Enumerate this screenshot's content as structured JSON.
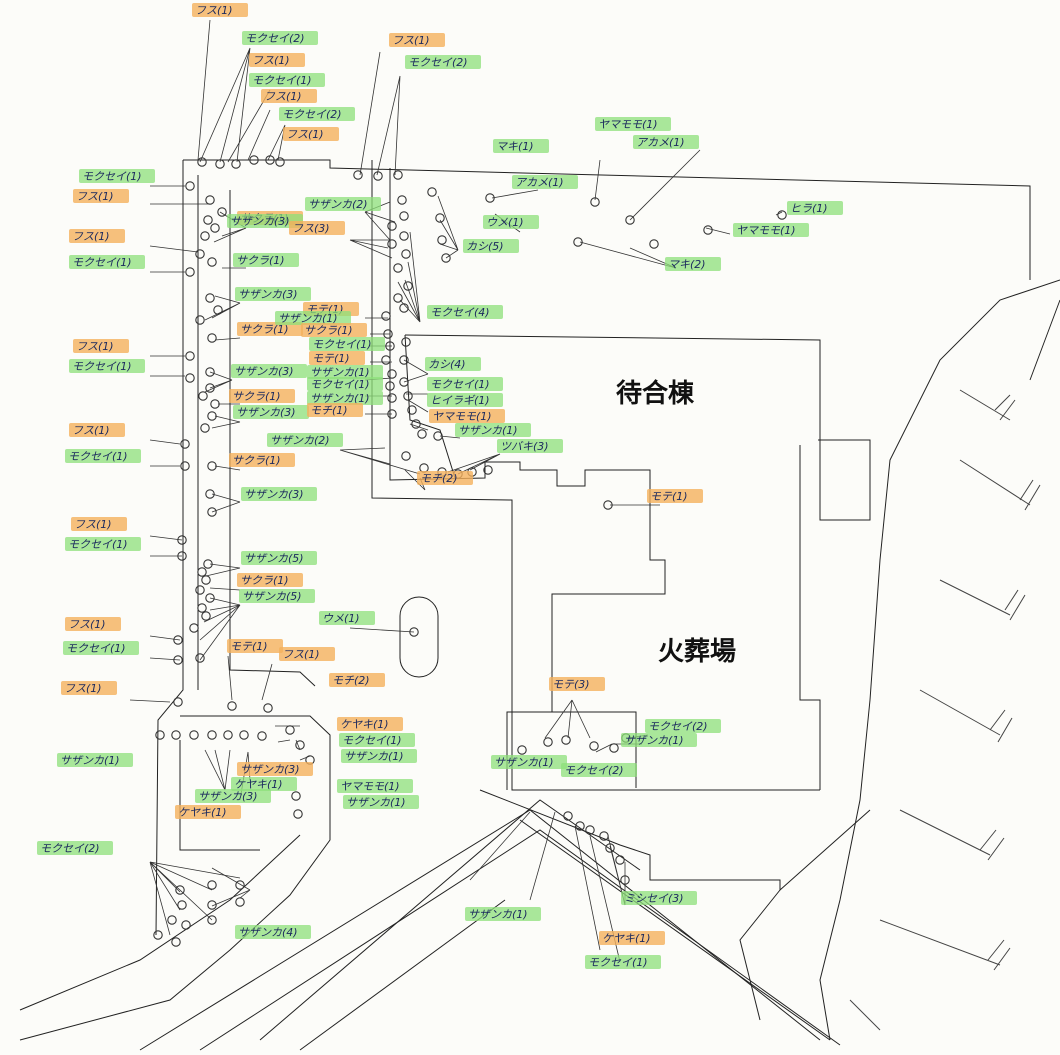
{
  "buildings": {
    "waiting_hall": "待合棟",
    "crematorium": "火葬場"
  },
  "colors": {
    "green_highlight": "#8ee07a",
    "orange_highlight": "#f4b05c",
    "ink": "#1c2a5e"
  },
  "labels": [
    {
      "text": "フス(1)",
      "hl": "orange"
    },
    {
      "text": "モクセイ(2)",
      "hl": "green"
    },
    {
      "text": "フス(1)",
      "hl": "orange"
    },
    {
      "text": "モクセイ(1)",
      "hl": "green"
    },
    {
      "text": "フス(1)",
      "hl": "orange"
    },
    {
      "text": "モクセイ(2)",
      "hl": "green"
    },
    {
      "text": "フス(1)",
      "hl": "orange"
    },
    {
      "text": "フス(1)",
      "hl": "orange"
    },
    {
      "text": "モクセイ(2)",
      "hl": "green"
    },
    {
      "text": "モクセイ(1)",
      "hl": "green"
    },
    {
      "text": "フス(1)",
      "hl": "orange"
    },
    {
      "text": "サクラ(1)",
      "hl": "orange"
    },
    {
      "text": "サザンカ(3)",
      "hl": "green"
    },
    {
      "text": "フス(1)",
      "hl": "orange"
    },
    {
      "text": "モクセイ(1)",
      "hl": "green"
    },
    {
      "text": "サクラ(1)",
      "hl": "green"
    },
    {
      "text": "サザンカ(3)",
      "hl": "green"
    },
    {
      "text": "サクラ(1)",
      "hl": "orange"
    },
    {
      "text": "フス(1)",
      "hl": "orange"
    },
    {
      "text": "モクセイ(1)",
      "hl": "green"
    },
    {
      "text": "サザンカ(3)",
      "hl": "green"
    },
    {
      "text": "サクラ(1)",
      "hl": "orange"
    },
    {
      "text": "サザンカ(3)",
      "hl": "green"
    },
    {
      "text": "フス(1)",
      "hl": "orange"
    },
    {
      "text": "モクセイ(1)",
      "hl": "green"
    },
    {
      "text": "サクラ(1)",
      "hl": "orange"
    },
    {
      "text": "サザンカ(3)",
      "hl": "green"
    },
    {
      "text": "フス(1)",
      "hl": "orange"
    },
    {
      "text": "モクセイ(1)",
      "hl": "green"
    },
    {
      "text": "サザンカ(5)",
      "hl": "green"
    },
    {
      "text": "サクラ(1)",
      "hl": "orange"
    },
    {
      "text": "サザンカ(5)",
      "hl": "green"
    },
    {
      "text": "フス(1)",
      "hl": "orange"
    },
    {
      "text": "モクセイ(1)",
      "hl": "green"
    },
    {
      "text": "モテ(1)",
      "hl": "orange"
    },
    {
      "text": "フス(1)",
      "hl": "orange"
    },
    {
      "text": "フス(1)",
      "hl": "orange"
    },
    {
      "text": "モチ(2)",
      "hl": "orange"
    },
    {
      "text": "サザンカ(2)",
      "hl": "green"
    },
    {
      "text": "フス(3)",
      "hl": "orange"
    },
    {
      "text": "モクセイ(4)",
      "hl": "green"
    },
    {
      "text": "モテ(1)",
      "hl": "orange"
    },
    {
      "text": "サザンカ(1)",
      "hl": "green"
    },
    {
      "text": "サクラ(1)",
      "hl": "orange"
    },
    {
      "text": "モクセイ(1)",
      "hl": "green"
    },
    {
      "text": "モテ(1)",
      "hl": "orange"
    },
    {
      "text": "サザンカ(1)",
      "hl": "green"
    },
    {
      "text": "モクセイ(1)",
      "hl": "green"
    },
    {
      "text": "サザンカ(1)",
      "hl": "green"
    },
    {
      "text": "モチ(1)",
      "hl": "orange"
    },
    {
      "text": "サザンカ(2)",
      "hl": "green"
    },
    {
      "text": "モチ(2)",
      "hl": "orange"
    },
    {
      "text": "カシ(5)",
      "hl": "green"
    },
    {
      "text": "ウメ(1)",
      "hl": "green"
    },
    {
      "text": "アカメ(1)",
      "hl": "green"
    },
    {
      "text": "マキ(1)",
      "hl": "green"
    },
    {
      "text": "ヤマモモ(1)",
      "hl": "green"
    },
    {
      "text": "アカメ(1)",
      "hl": "green"
    },
    {
      "text": "マキ(2)",
      "hl": "green"
    },
    {
      "text": "ヤマモモ(1)",
      "hl": "green"
    },
    {
      "text": "ヒラ(1)",
      "hl": "green"
    },
    {
      "text": "カシ(4)",
      "hl": "green"
    },
    {
      "text": "モクセイ(1)",
      "hl": "green"
    },
    {
      "text": "ヒイラギ(1)",
      "hl": "green"
    },
    {
      "text": "ヤマモモ(1)",
      "hl": "orange"
    },
    {
      "text": "サザンカ(1)",
      "hl": "green"
    },
    {
      "text": "ツバキ(3)",
      "hl": "green"
    },
    {
      "text": "モテ(1)",
      "hl": "orange"
    },
    {
      "text": "ウメ(1)",
      "hl": "green"
    },
    {
      "text": "モテ(3)",
      "hl": "orange"
    },
    {
      "text": "モクセイ(2)",
      "hl": "green"
    },
    {
      "text": "サザンカ(1)",
      "hl": "green"
    },
    {
      "text": "モクセイ(2)",
      "hl": "green"
    },
    {
      "text": "サザンカ(1)",
      "hl": "green"
    },
    {
      "text": "ケヤキ(1)",
      "hl": "orange"
    },
    {
      "text": "モクセイ(1)",
      "hl": "green"
    },
    {
      "text": "サザンカ(1)",
      "hl": "green"
    },
    {
      "text": "ヤマモモ(1)",
      "hl": "green"
    },
    {
      "text": "サザンカ(1)",
      "hl": "green"
    },
    {
      "text": "サザンカ(1)",
      "hl": "green"
    },
    {
      "text": "サザンカ(3)",
      "hl": "orange"
    },
    {
      "text": "ケヤキ(1)",
      "hl": "green"
    },
    {
      "text": "サザンカ(3)",
      "hl": "green"
    },
    {
      "text": "ケヤキ(1)",
      "hl": "orange"
    },
    {
      "text": "モクセイ(2)",
      "hl": "green"
    },
    {
      "text": "サザンカ(4)",
      "hl": "green"
    },
    {
      "text": "サザンカ(1)",
      "hl": "green"
    },
    {
      "text": "ミシセイ(3)",
      "hl": "green"
    },
    {
      "text": "ケヤキ(1)",
      "hl": "orange"
    },
    {
      "text": "モクセイ(1)",
      "hl": "green"
    }
  ]
}
